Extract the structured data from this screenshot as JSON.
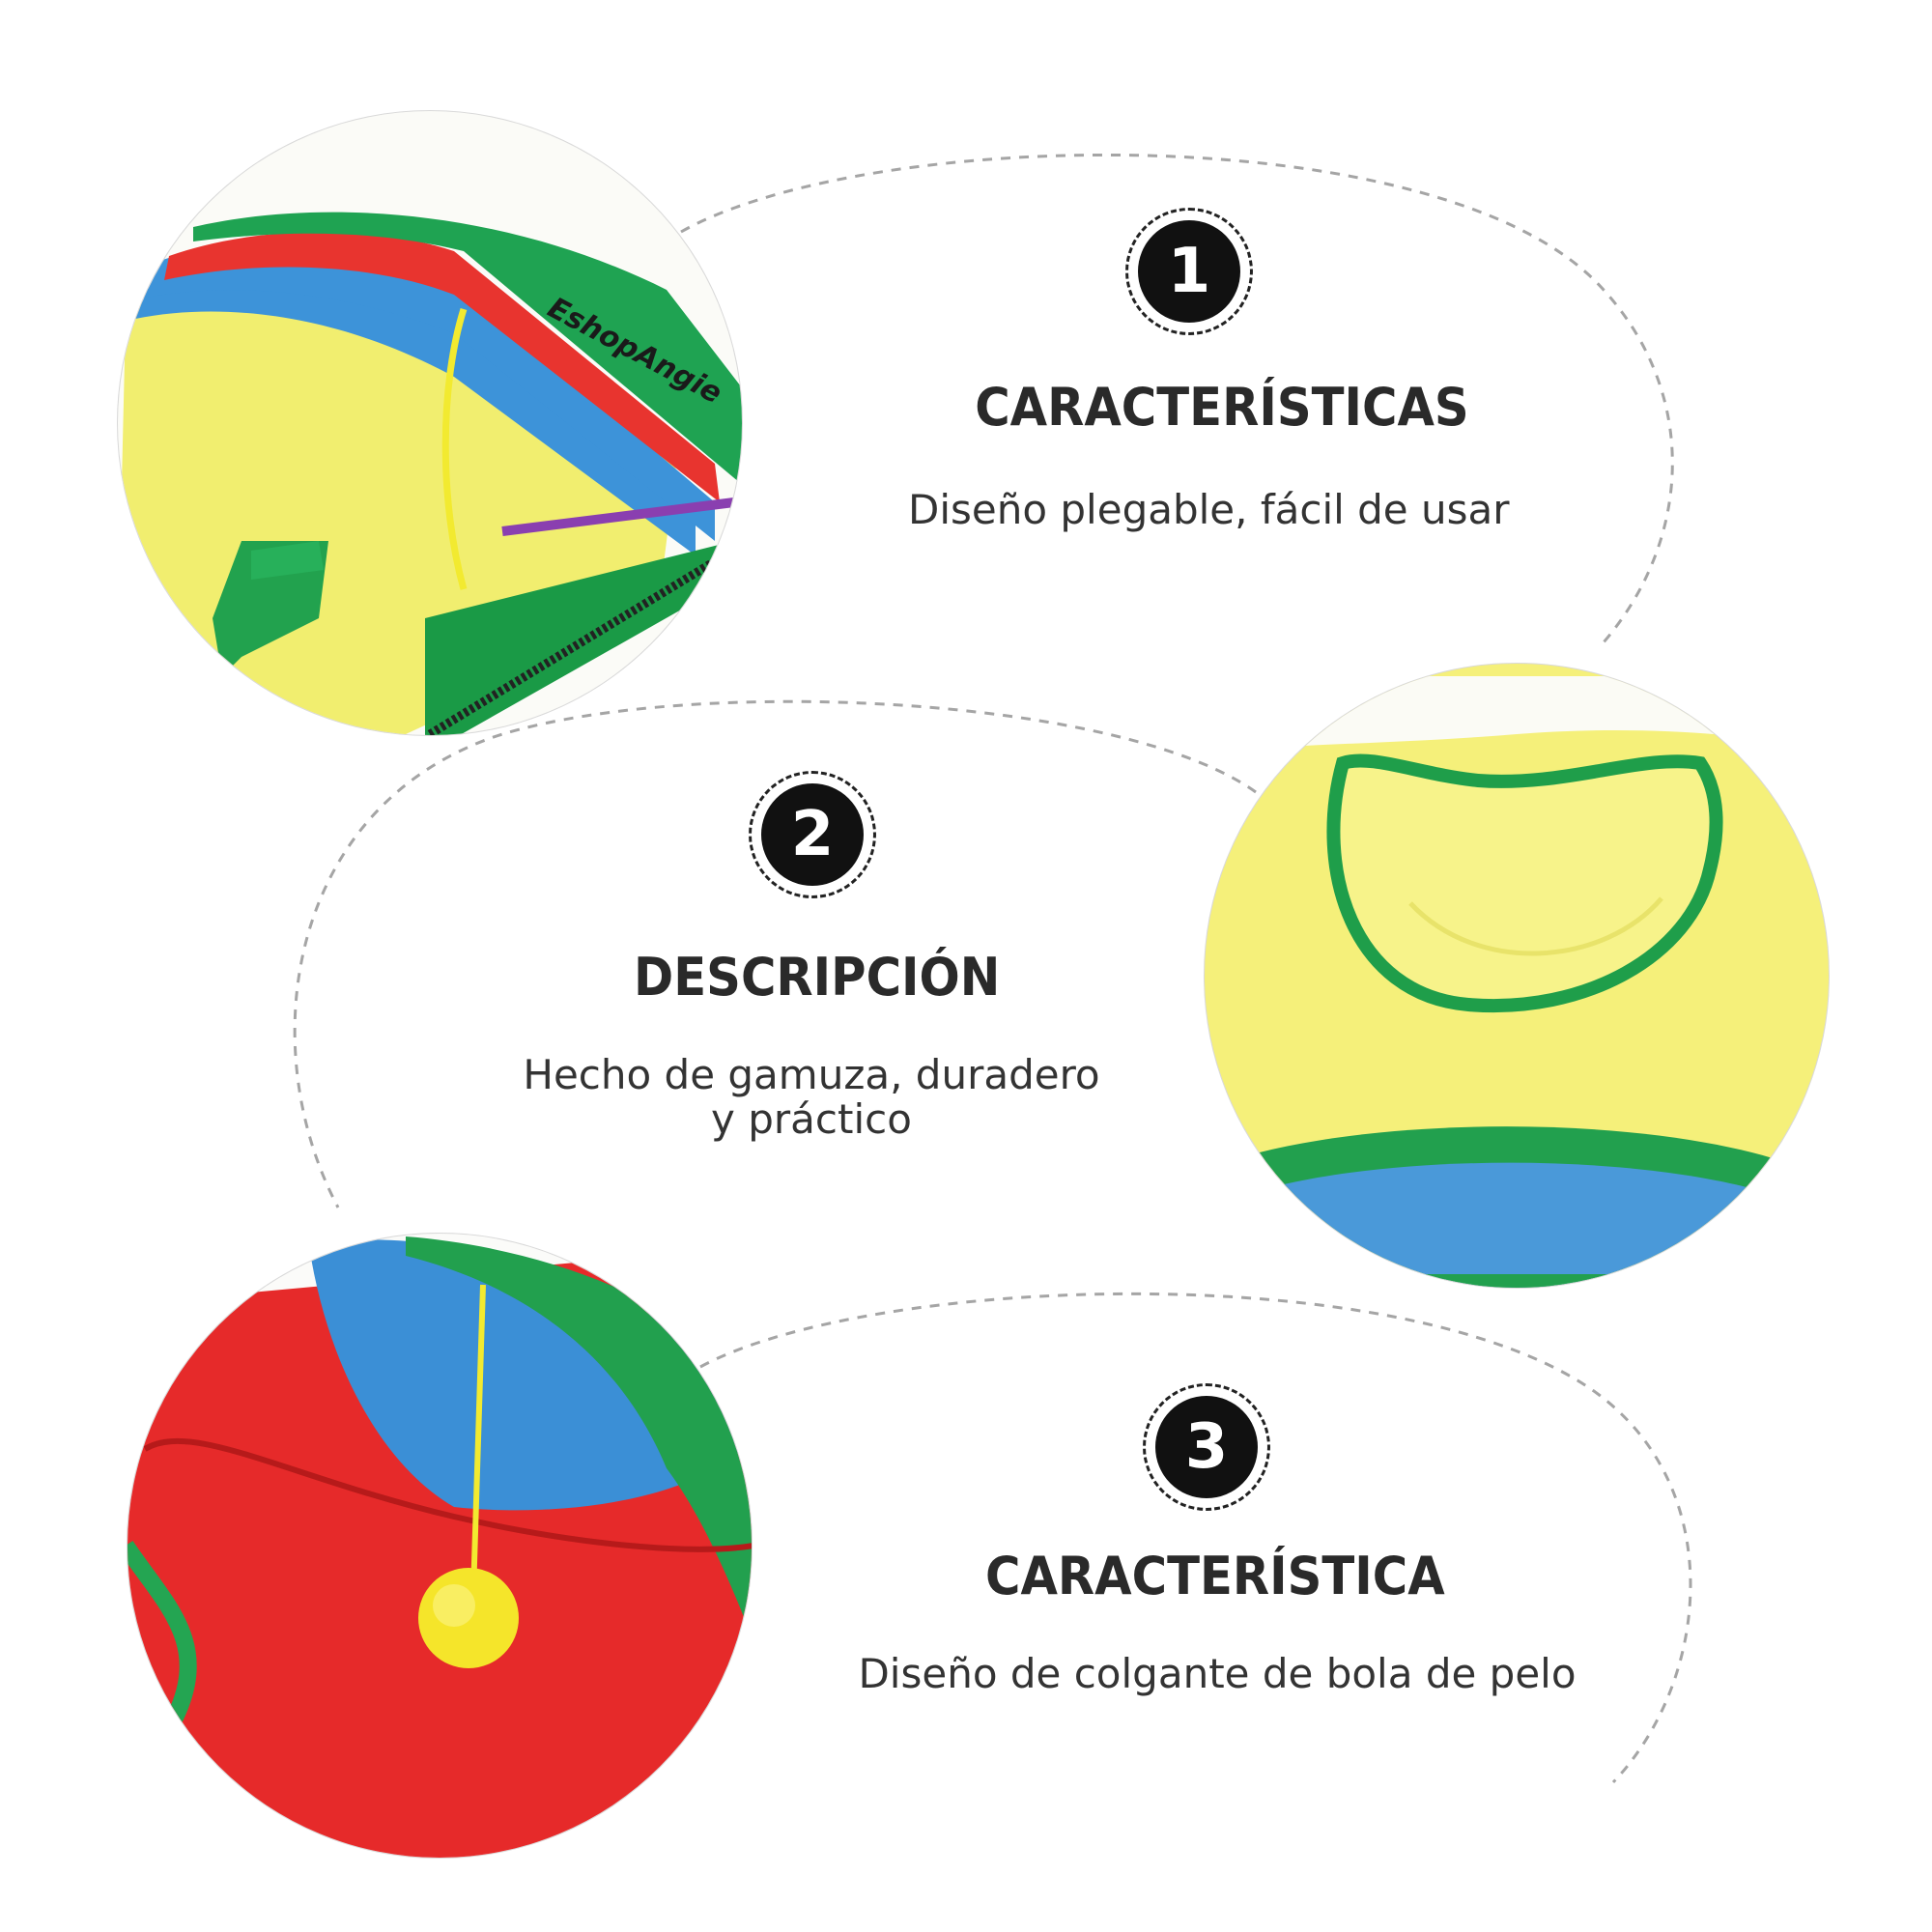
{
  "brand": {
    "logo_text": "EshopAngie"
  },
  "features": [
    {
      "number": "1",
      "title": "CARACTERÍSTICAS",
      "lines": [
        "Diseño plegable, fácil de usar"
      ]
    },
    {
      "number": "2",
      "title": "DESCRIPCIÓN",
      "lines": [
        "Hecho de gamuza, duradero",
        "y práctico"
      ]
    },
    {
      "number": "3",
      "title": "CARACTERÍSTICA",
      "lines": [
        "Diseño de colgante de bola de pelo"
      ]
    }
  ],
  "colors": {
    "red": "#e52a2a",
    "green": "#1f9e4a",
    "blue": "#3a8fd8",
    "yellow": "#f2ef6a",
    "badge": "#111111",
    "text": "#2a2a2a",
    "dashes": "#9a9a9a"
  }
}
